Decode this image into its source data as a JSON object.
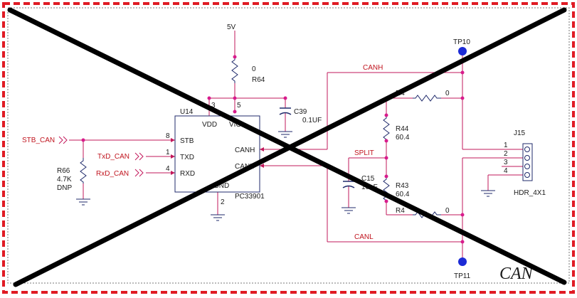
{
  "colors": {
    "border": "#e01b24",
    "net": "#c0141e",
    "wire": "#c2185b",
    "node": "#d81b8c",
    "part": "#1f2a6b",
    "tp": "#1c2bd6",
    "cross": "#000000"
  },
  "title": "CAN",
  "power": {
    "net": "5V"
  },
  "u14": {
    "ref": "U14",
    "part": "PC33901",
    "pins": {
      "vdd": "VDD",
      "vio": "VIO",
      "stb": "STB",
      "txd": "TXD",
      "rxd": "RXD",
      "canh": "CANH",
      "canl": "CANL",
      "gnd": "GND"
    },
    "pin_numbers": {
      "vdd": "3",
      "vio": "5",
      "stb": "8",
      "txd": "1",
      "rxd": "4",
      "gnd": "2"
    }
  },
  "r64": {
    "ref": "R64",
    "value": "0"
  },
  "c39": {
    "ref": "C39",
    "value": "0.1UF"
  },
  "r66": {
    "ref": "R66",
    "value": "4.7K",
    "note": "DNP"
  },
  "r44": {
    "ref": "R44",
    "value": "60.4"
  },
  "r43": {
    "ref": "R43",
    "value": "60.4"
  },
  "c15": {
    "ref": "C15",
    "value": "10nF"
  },
  "r_top": {
    "ref": "R4",
    "value": "0"
  },
  "r_bot": {
    "ref": "R4",
    "value": "0"
  },
  "nets": {
    "stb": "STB_CAN",
    "txd": "TxD_CAN",
    "rxd": "RxD_CAN",
    "canh": "CANH",
    "canl": "CANL",
    "split": "SPLIT"
  },
  "tp10": "TP10",
  "tp11": "TP11",
  "j15": {
    "ref": "J15",
    "part": "HDR_4X1",
    "pins": [
      "1",
      "2",
      "3",
      "4"
    ]
  }
}
